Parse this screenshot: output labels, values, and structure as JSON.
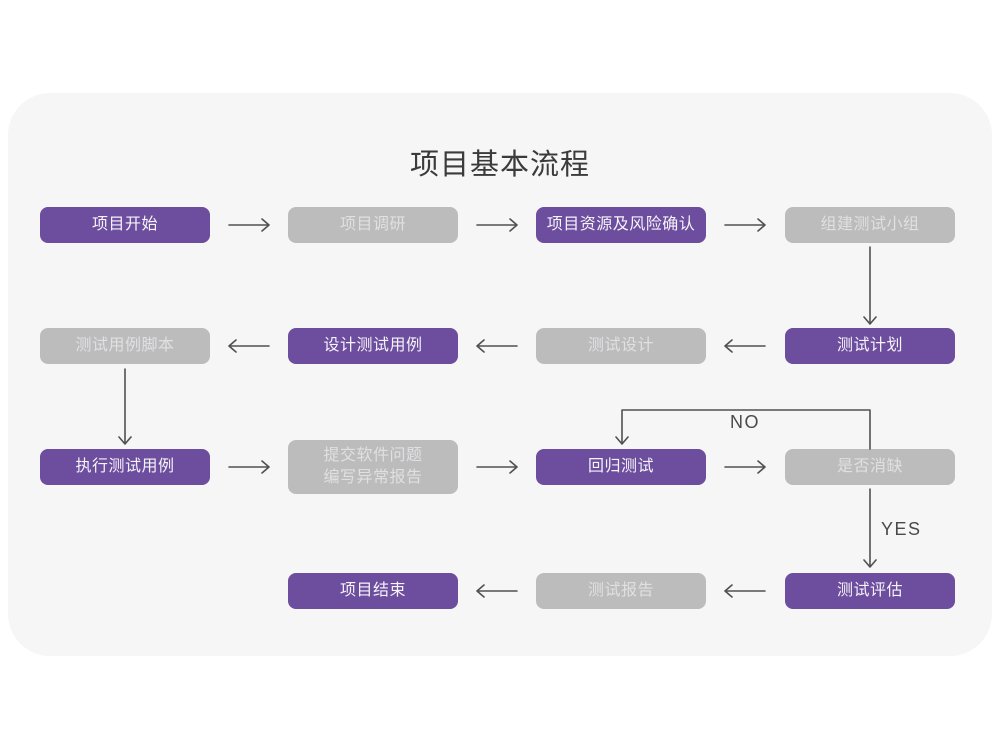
{
  "title": "项目基本流程",
  "colors": {
    "page-bg": "#ffffff",
    "panel-bg": "#f6f6f7",
    "purple": "#6d4d9e",
    "gray": "#bdbcbd",
    "purple-text": "#f6f3f9",
    "gray-text": "#e0dfe1",
    "arrow": "#515153",
    "title-color": "#3b3b3b",
    "label-color": "#4a4a4a"
  },
  "connector_labels": {
    "no": "NO",
    "yes": "YES"
  },
  "nodes": {
    "project_start": {
      "label": "项目开始",
      "variant": "purple"
    },
    "project_research": {
      "label": "项目调研",
      "variant": "gray"
    },
    "resource_risk": {
      "label": "项目资源及风险确认",
      "variant": "purple"
    },
    "build_team": {
      "label": "组建测试小组",
      "variant": "gray"
    },
    "case_script": {
      "label": "测试用例脚本",
      "variant": "gray"
    },
    "design_case": {
      "label": "设计测试用例",
      "variant": "purple"
    },
    "test_design": {
      "label": "测试设计",
      "variant": "gray"
    },
    "test_plan": {
      "label": "测试计划",
      "variant": "purple"
    },
    "execute_case": {
      "label": "执行测试用例",
      "variant": "purple"
    },
    "submit_issue": {
      "lines": [
        "提交软件问题",
        "编写异常报告"
      ],
      "variant": "gray"
    },
    "regression": {
      "label": "回归测试",
      "variant": "purple"
    },
    "defect_cleared": {
      "label": "是否消缺",
      "variant": "gray"
    },
    "project_end": {
      "label": "项目结束",
      "variant": "purple"
    },
    "test_report": {
      "label": "测试报告",
      "variant": "gray"
    },
    "test_evaluate": {
      "label": "测试评估",
      "variant": "purple"
    }
  },
  "edges": [
    "项目开始 → 项目调研",
    "项目调研 → 项目资源及风险确认",
    "项目资源及风险确认 → 组建测试小组",
    "组建测试小组 → 测试计划",
    "测试计划 → 测试设计",
    "测试设计 → 设计测试用例",
    "设计测试用例 → 测试用例脚本",
    "测试用例脚本 → 执行测试用例",
    "执行测试用例 → 提交软件问题编写异常报告",
    "提交软件问题编写异常报告 → 回归测试",
    "回归测试 → 是否消缺",
    "是否消缺 → 回归测试 (NO)",
    "是否消缺 → 测试评估 (YES)",
    "测试评估 → 测试报告",
    "测试报告 → 项目结束"
  ]
}
